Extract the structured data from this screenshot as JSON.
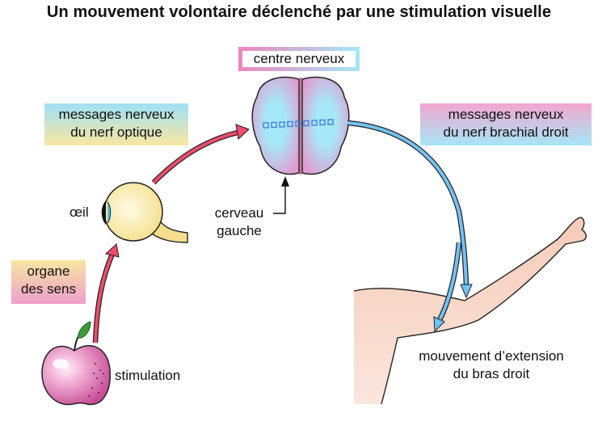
{
  "title": "Un mouvement volontaire déclenché par une stimulation visuelle",
  "labels": {
    "centre_nerveux": "centre nerveux",
    "messages_optique": [
      "messages nerveux",
      "du nerf optique"
    ],
    "messages_brachial": [
      "messages nerveux",
      "du nerf brachial droit"
    ],
    "oeil": "œil",
    "cerveau": [
      "cerveau",
      "gauche"
    ],
    "organe": [
      "organe",
      "des sens"
    ],
    "stimulation": "stimulation",
    "mouvement": [
      "mouvement d’extension",
      "du bras droit"
    ]
  },
  "colors": {
    "pink": "#e98fc0",
    "cyan": "#9fe3f5",
    "yellow": "#f6e7a0",
    "red_arrow": "#ee4b6b",
    "blue_arrow": "#5bb3f0",
    "skin": "#f8d6c6",
    "apple": "#d763a6"
  }
}
